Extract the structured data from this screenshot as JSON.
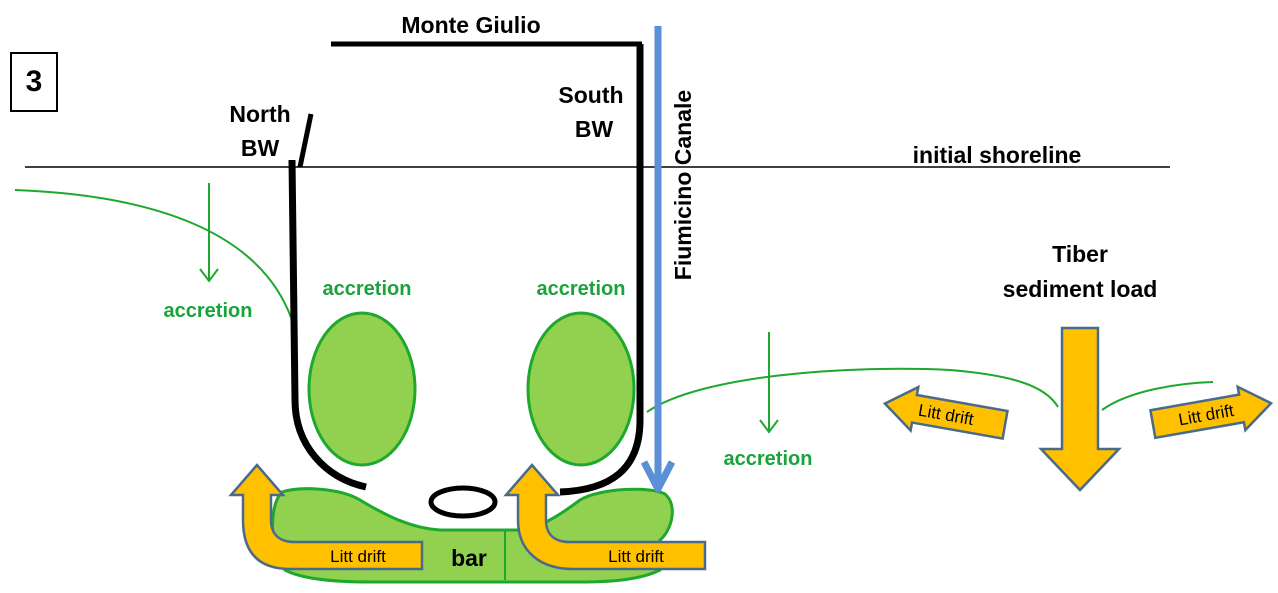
{
  "panel_number": "3",
  "labels": {
    "monte_giulio": "Monte Giulio",
    "north_bw_line1": "North",
    "north_bw_line2": "BW",
    "south_bw_line1": "South",
    "south_bw_line2": "BW",
    "canal": "Fiumicino Canale",
    "initial_shoreline": "initial shoreline",
    "tiber_line1": "Tiber",
    "tiber_line2": "sediment load",
    "bar": "bar"
  },
  "accretion_labels": [
    "accretion",
    "accretion",
    "accretion",
    "accretion"
  ],
  "litt_drift_labels": [
    "Litt drift",
    "Litt drift",
    "Litt drift",
    "Litt drift"
  ],
  "colors": {
    "green_text": "#1aa33b",
    "green_fill": "#92d050",
    "green_stroke": "#1ea82e",
    "orange_fill": "#ffc000",
    "arrow_stroke": "#4a6a8a",
    "canal_blue": "#5b8fd6",
    "black": "#000000"
  }
}
